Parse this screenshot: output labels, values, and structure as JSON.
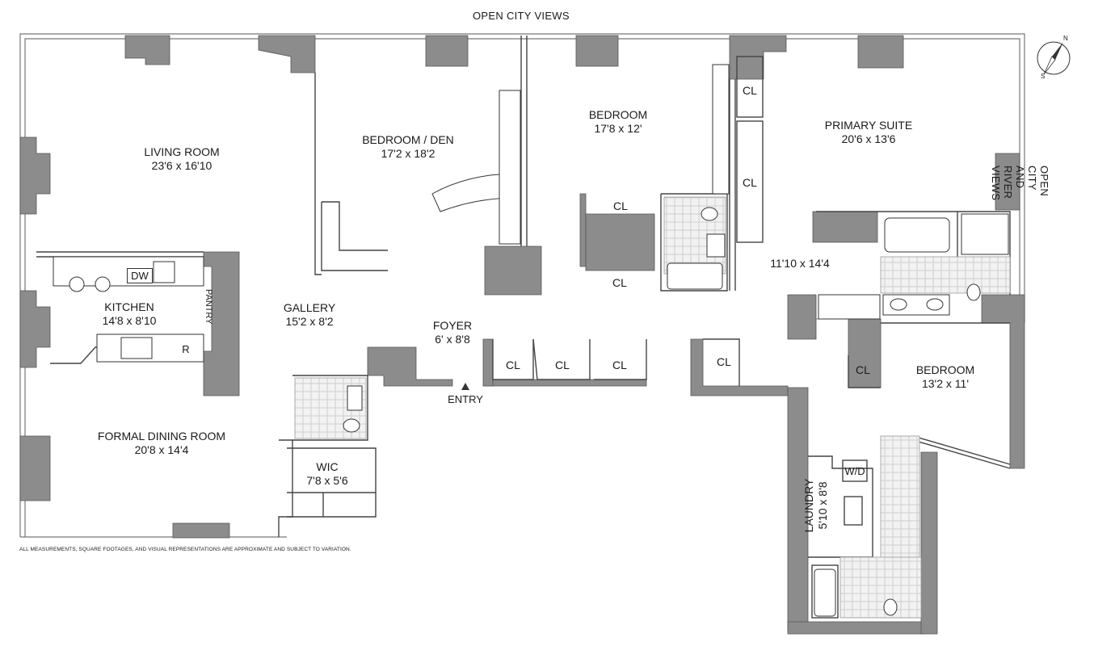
{
  "views": {
    "top": "OPEN CITY VIEWS",
    "right": "OPEN CITY AND RIVER VIEWS"
  },
  "rooms": {
    "living": {
      "name": "LIVING ROOM",
      "dim": "23'6 x 16'10"
    },
    "den": {
      "name": "BEDROOM / DEN",
      "dim": "17'2 x 18'2"
    },
    "bedroom1": {
      "name": "BEDROOM",
      "dim": "17'8 x 12'"
    },
    "primary": {
      "name": "PRIMARY SUITE",
      "dim": "20'6 x 13'6"
    },
    "kitchen": {
      "name": "KITCHEN",
      "dim": "14'8 x 8'10"
    },
    "gallery": {
      "name": "GALLERY",
      "dim": "15'2 x 8'2"
    },
    "foyer": {
      "name": "FOYER",
      "dim": "6' x 8'8"
    },
    "dressing": {
      "dim": "11'10 x 14'4"
    },
    "bedroom2": {
      "name": "BEDROOM",
      "dim": "13'2 x 11'"
    },
    "dining": {
      "name": "FORMAL DINING ROOM",
      "dim": "20'8 x 14'4"
    },
    "wic": {
      "name": "WIC",
      "dim": "7'8 x 5'6"
    },
    "laundry": {
      "name": "LAUNDRY",
      "dim": "5'10 x 8'8"
    }
  },
  "fixtures": {
    "dw": "DW",
    "pantry": "PANTRY",
    "fridge": "R",
    "wd": "W/D",
    "closet": "CL"
  },
  "entry": "ENTRY",
  "compass": {
    "n": "N",
    "s": "S"
  },
  "disclaimer": "ALL MEASUREMENTS, SQUARE FOOTAGES, AND VISUAL REPRESENTATIONS ARE APPROXIMATE AND SUBJECT TO VARIATION.",
  "colors": {
    "wall": "#8c8c8c",
    "wall_dark": "#777777",
    "tile": "#d9d9d9"
  }
}
